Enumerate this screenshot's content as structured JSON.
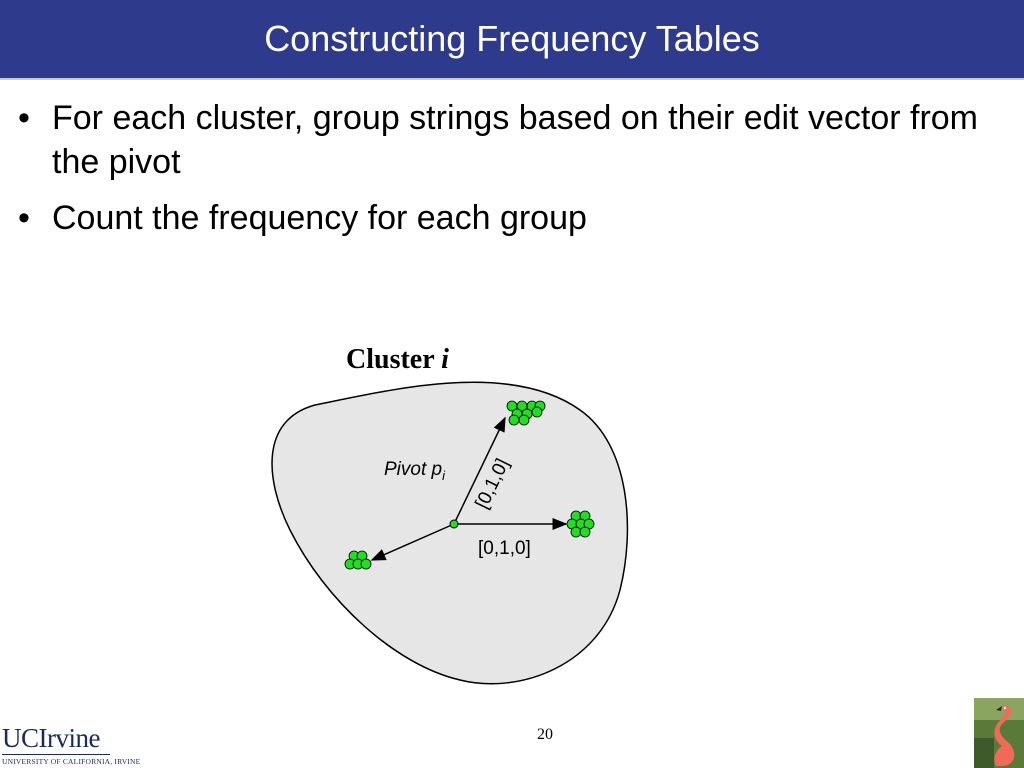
{
  "slide": {
    "title": "Constructing Frequency Tables",
    "bullets": [
      "For each cluster, group strings based on their edit vector from the pivot",
      "Count the frequency for each group"
    ],
    "page_number": "20"
  },
  "diagram": {
    "cluster_label": "Cluster",
    "cluster_index": "i",
    "pivot_label": "Pivot p",
    "pivot_subscript": "i",
    "edge_label_up": "[0,1,0]",
    "edge_label_right": "[0,1,0]"
  },
  "footer": {
    "logo_text": "UCIrvine",
    "logo_subtext": "UNIVERSITY OF CALIFORNIA, IRVINE"
  },
  "colors": {
    "title_bg": "#2e3b8c",
    "cluster_fill": "#e6e6e6",
    "dot_fill": "#22dd22"
  }
}
